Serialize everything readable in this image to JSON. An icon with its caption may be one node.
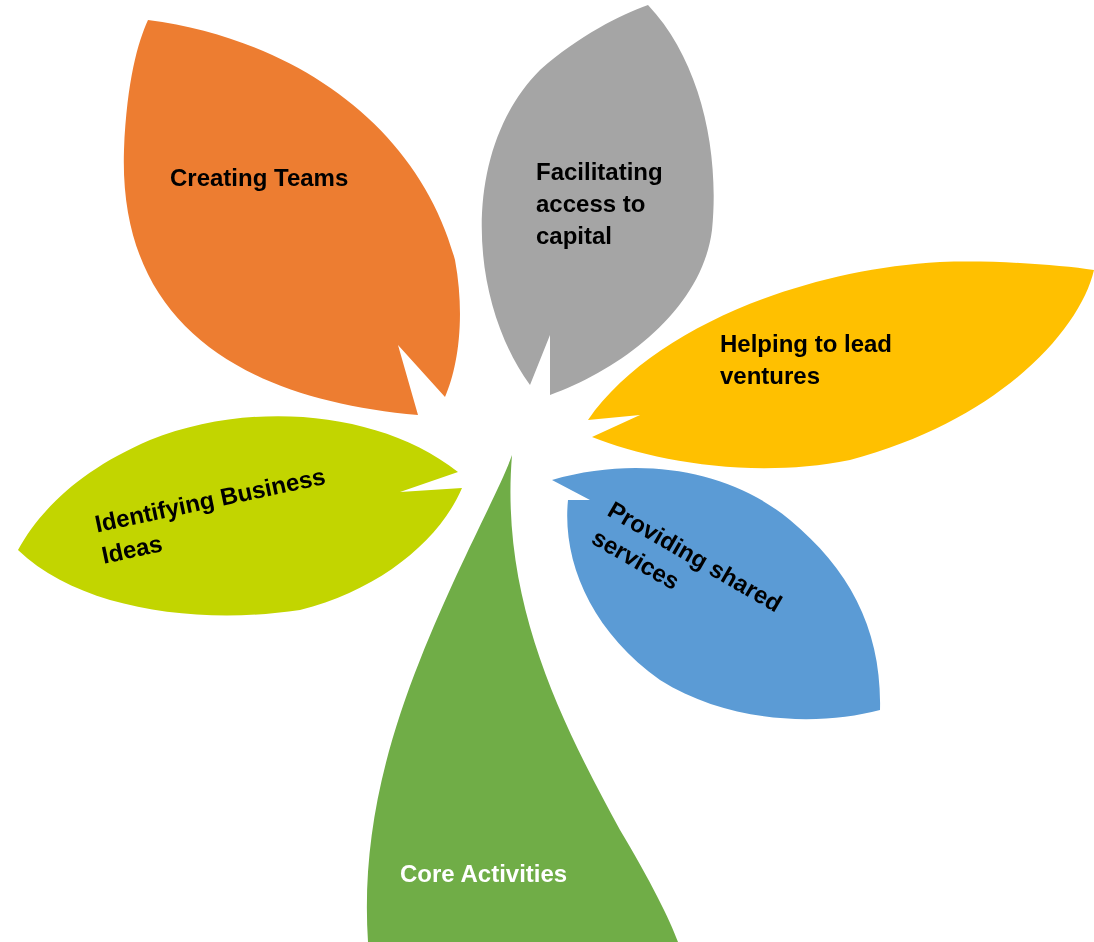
{
  "diagram": {
    "nodes": [
      {
        "text": [
          "Creating Teams"
        ]
      },
      {
        "text": [
          "Facilitating access to capital"
        ]
      },
      {
        "text": [
          "Helping to lead ventures"
        ]
      },
      {
        "text": [
          "Identifying Business Ideas"
        ]
      },
      {
        "text": [
          "Providing shared services"
        ]
      },
      {
        "text": [
          "Core Activities"
        ]
      }
    ]
  }
}
